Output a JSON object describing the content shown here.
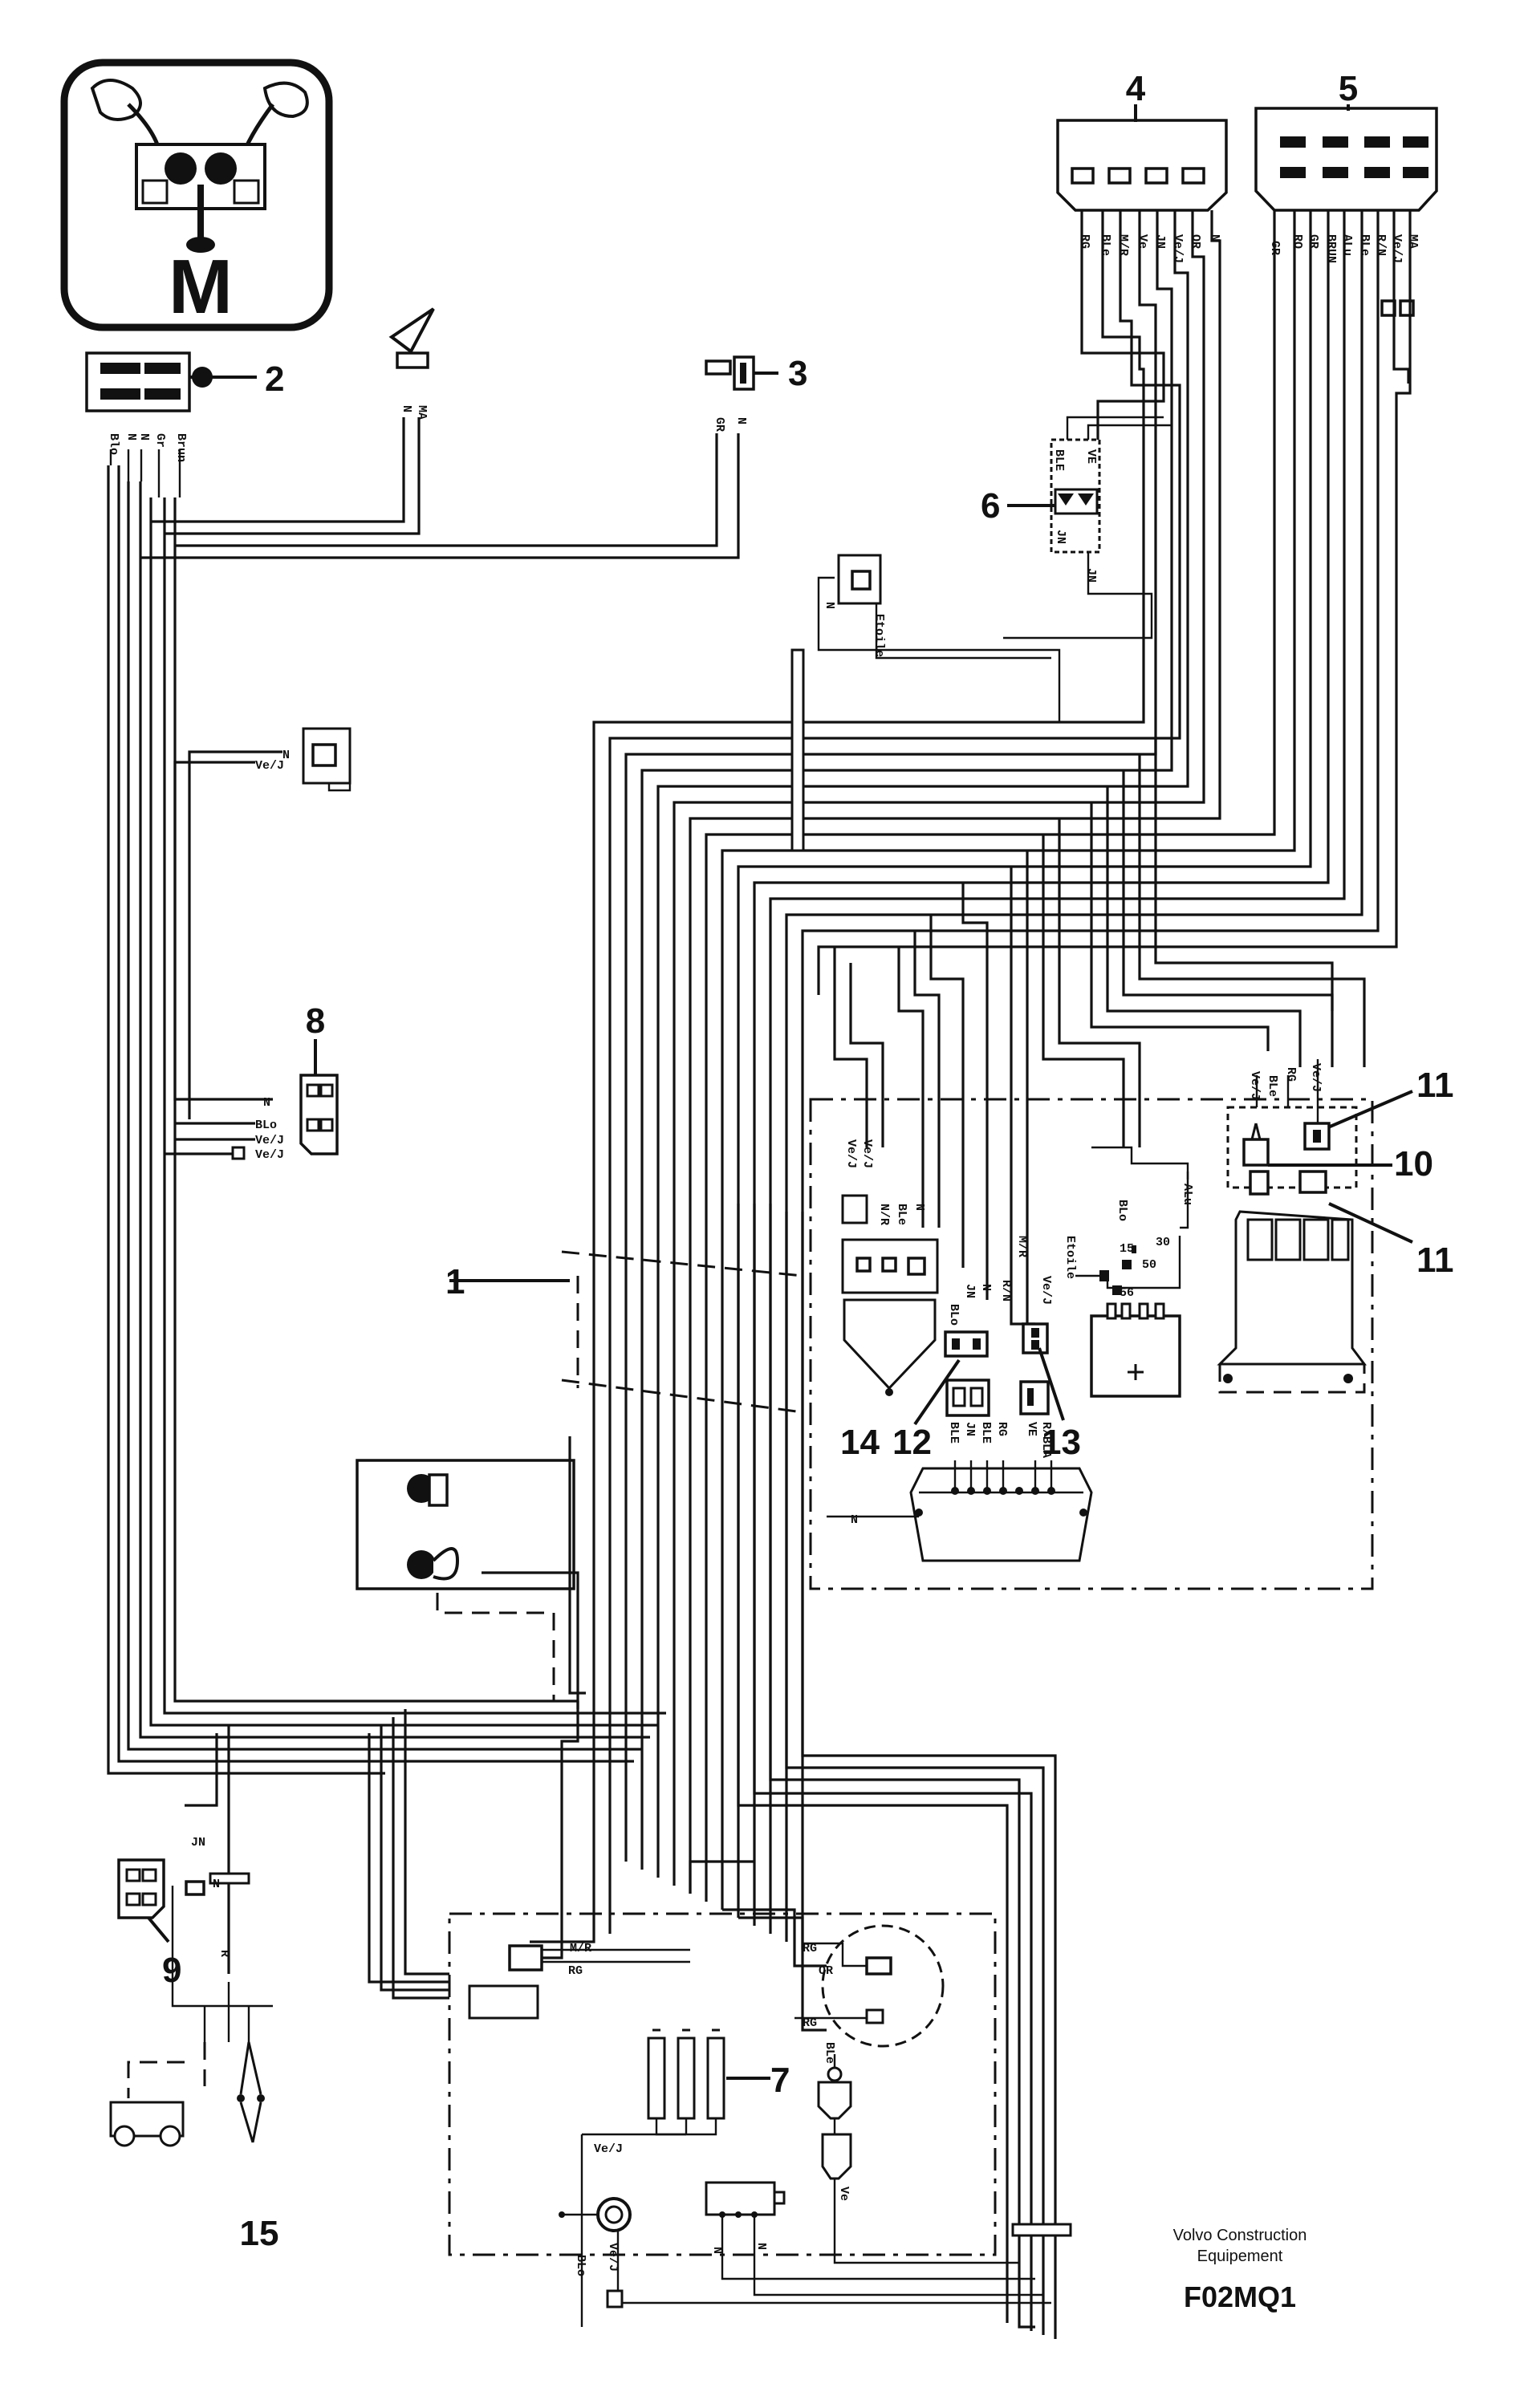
{
  "header_icon": {
    "letter": "M",
    "icon": "joystick-controls-icon"
  },
  "callouts": [
    "1",
    "2",
    "3",
    "4",
    "5",
    "6",
    "7",
    "8",
    "9",
    "10",
    "11",
    "11",
    "12",
    "13",
    "14",
    "15"
  ],
  "wire_labels": {
    "c2": [
      "Blo",
      "N",
      "N",
      "Gr",
      "Brun"
    ],
    "horn": [
      "MA",
      "N"
    ],
    "c3": [
      "GR",
      "N"
    ],
    "c4": [
      "RG",
      "BLe",
      "M/R",
      "Ve",
      "JN",
      "Ve/J",
      "OR",
      "N"
    ],
    "c5": [
      "GR",
      "RO",
      "GR",
      "BRUN",
      "ALu",
      "BLe",
      "R/N",
      "Ve/J",
      "MA"
    ],
    "c6": [
      "BLE",
      "VE",
      "JN",
      "JN"
    ],
    "etoile_top": [
      "N",
      "Etoile"
    ],
    "sw_left": [
      "N",
      "Ve/J"
    ],
    "c8": [
      "N",
      "BLo",
      "Ve/J",
      "Ve/J"
    ],
    "c9": [
      "JN",
      "N",
      "R"
    ],
    "relay": [
      "Etoile",
      "BLo",
      "ALu",
      "15",
      "30",
      "50",
      "56"
    ],
    "c14": [
      "Ve/J",
      "Ve/J",
      "N/R",
      "BLe",
      "N"
    ],
    "c12": [
      "JN",
      "N",
      "BLo"
    ],
    "c13": [
      "M/R",
      "R/N",
      "Ve/J"
    ],
    "bottom_conn": [
      "BLE",
      "JN",
      "BLE",
      "RG",
      "VE",
      "R/BLA"
    ],
    "right_unit": [
      "Ve/J",
      "BLe",
      "RG",
      "Ve/J"
    ],
    "lower_box": [
      "M/R",
      "RG",
      "RG",
      "OR",
      "RG",
      "BLe",
      "Ve/J",
      "BLo",
      "N",
      "Ve/J",
      "Ve",
      "N"
    ]
  },
  "credit": {
    "line1": "Volvo Construction",
    "line2": "Equipement"
  },
  "figure_code": "F02MQ1"
}
